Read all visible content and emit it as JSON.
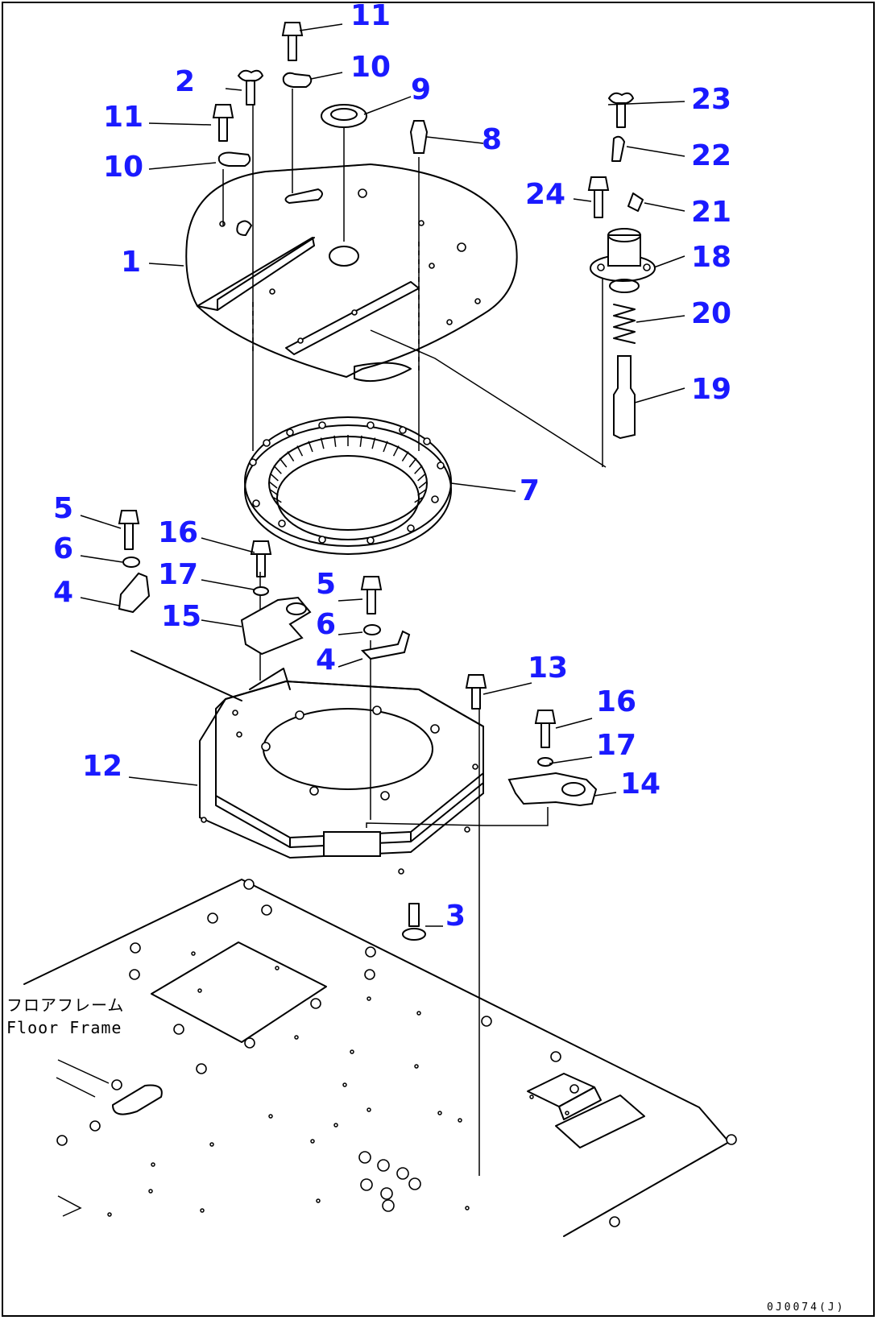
{
  "callouts": {
    "p1": "1",
    "p2": "2",
    "p3": "3",
    "p4a": "4",
    "p4b": "4",
    "p5a": "5",
    "p5b": "5",
    "p6a": "6",
    "p6b": "6",
    "p7": "7",
    "p8": "8",
    "p9": "9",
    "p10a": "10",
    "p10b": "10",
    "p11a": "11",
    "p11b": "11",
    "p12": "12",
    "p13": "13",
    "p14": "14",
    "p15": "15",
    "p16a": "16",
    "p16b": "16",
    "p17a": "17",
    "p17b": "17",
    "p18": "18",
    "p19": "19",
    "p20": "20",
    "p21": "21",
    "p22": "22",
    "p23": "23",
    "p24": "24"
  },
  "floor_frame": {
    "jp": "フロアフレーム",
    "en": "Floor Frame"
  },
  "drawing_code": "0J0074(J)",
  "colors": {
    "callout": "#1a1aff",
    "line": "#000000",
    "background": "#ffffff"
  }
}
